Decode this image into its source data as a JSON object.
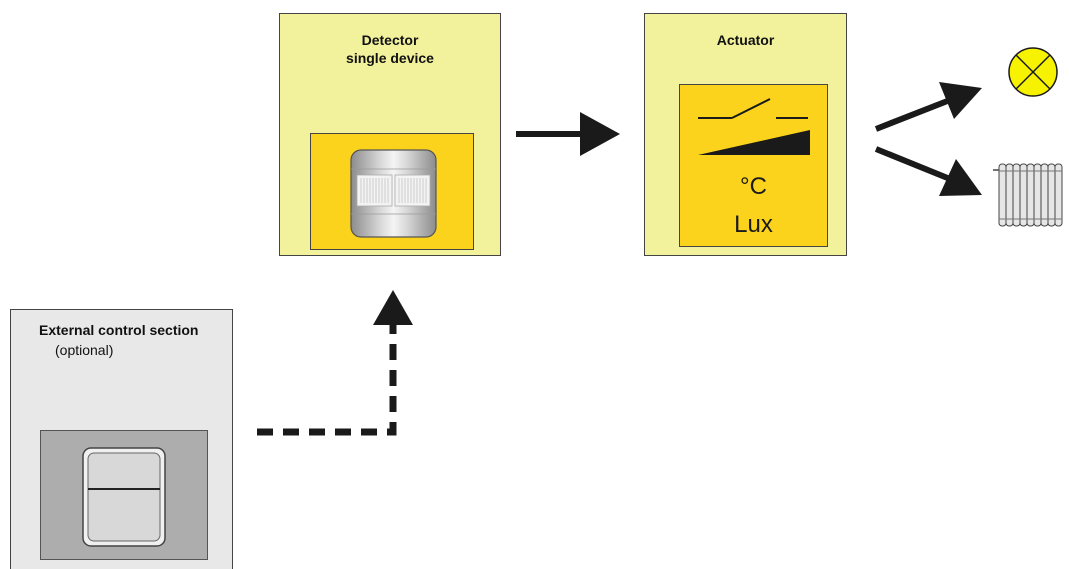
{
  "detector": {
    "title_line1": "Detector",
    "title_line2": "single device"
  },
  "actuator": {
    "title": "Actuator",
    "unit_temperature": "°C",
    "unit_light": "Lux"
  },
  "external_control": {
    "title": "External control section",
    "subtitle": "(optional)"
  },
  "outputs": {
    "lamp": "lamp-icon",
    "radiator": "radiator-icon"
  },
  "colors": {
    "box_fill": "#f2f19c",
    "inner_fill": "#fcd31c",
    "external_fill": "#e8e8e8",
    "arrow": "#1a1a1a"
  }
}
